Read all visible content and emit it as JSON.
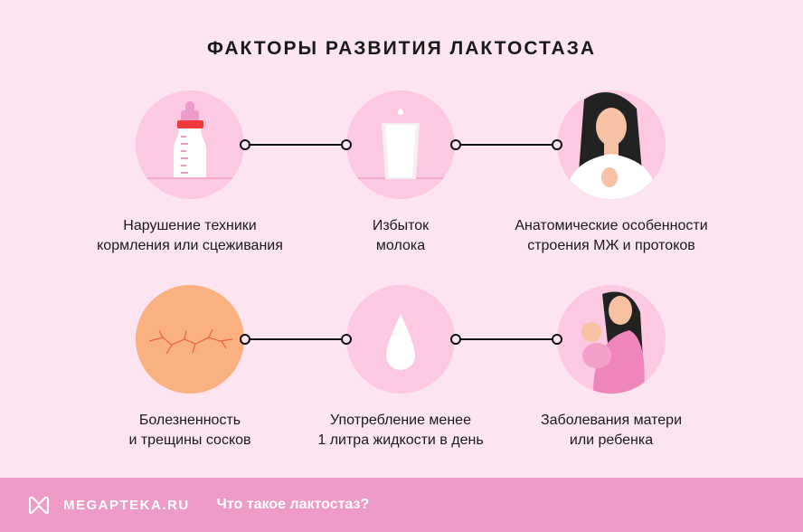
{
  "title": "ФАКТОРЫ РАЗВИТИЯ ЛАКТОСТАЗА",
  "factors": [
    {
      "icon": "baby-bottle-icon",
      "line1": "Нарушение техники",
      "line2": "кормления или сцеживания"
    },
    {
      "icon": "milk-glass-icon",
      "line1": "Избыток",
      "line2": "молока"
    },
    {
      "icon": "woman-pain-icon",
      "line1": "Анатомические особенности",
      "line2": "строения МЖ и протоков"
    },
    {
      "icon": "cracked-skin-icon",
      "line1": "Болезненность",
      "line2": "и трещины сосков"
    },
    {
      "icon": "water-drop-icon",
      "line1": "Употребление менее",
      "line2": "1 литра жидкости в день"
    },
    {
      "icon": "mother-child-icon",
      "line1": "Заболевания матери",
      "line2": "или ребенка"
    }
  ],
  "footer": {
    "brand": "MEGAPTEKA.RU",
    "caption": "Что такое лактостаз?"
  },
  "colors": {
    "background": "#fde4f1",
    "circle": "#fcc8e2",
    "footer": "#ee9cc7"
  }
}
